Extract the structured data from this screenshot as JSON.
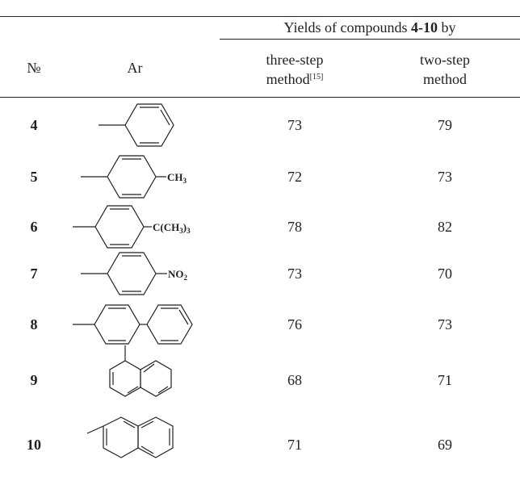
{
  "table": {
    "header": {
      "group_pre": "Yields of compounds ",
      "group_bold": "4-10",
      "group_post": " by",
      "col_no": "№",
      "col_ar": "Ar",
      "col_three_l1": "three-step",
      "col_three_l2": "method",
      "col_three_ref": "[15]",
      "col_two_l1": "two-step",
      "col_two_l2": "method"
    },
    "rows": [
      {
        "no": "4",
        "three": "73",
        "two": "79"
      },
      {
        "no": "5",
        "three": "72",
        "two": "73",
        "sub_main": "CH",
        "sub_idx": "3"
      },
      {
        "no": "6",
        "three": "78",
        "two": "82",
        "sub_main": "C(CH",
        "sub_idx": "3",
        "sub_close": ")",
        "sub_idx2": "3"
      },
      {
        "no": "7",
        "three": "73",
        "two": "70",
        "sub_main": "NO",
        "sub_idx": "2"
      },
      {
        "no": "8",
        "three": "76",
        "two": "73"
      },
      {
        "no": "9",
        "three": "68",
        "two": "71"
      },
      {
        "no": "10",
        "three": "71",
        "two": "69"
      }
    ]
  }
}
